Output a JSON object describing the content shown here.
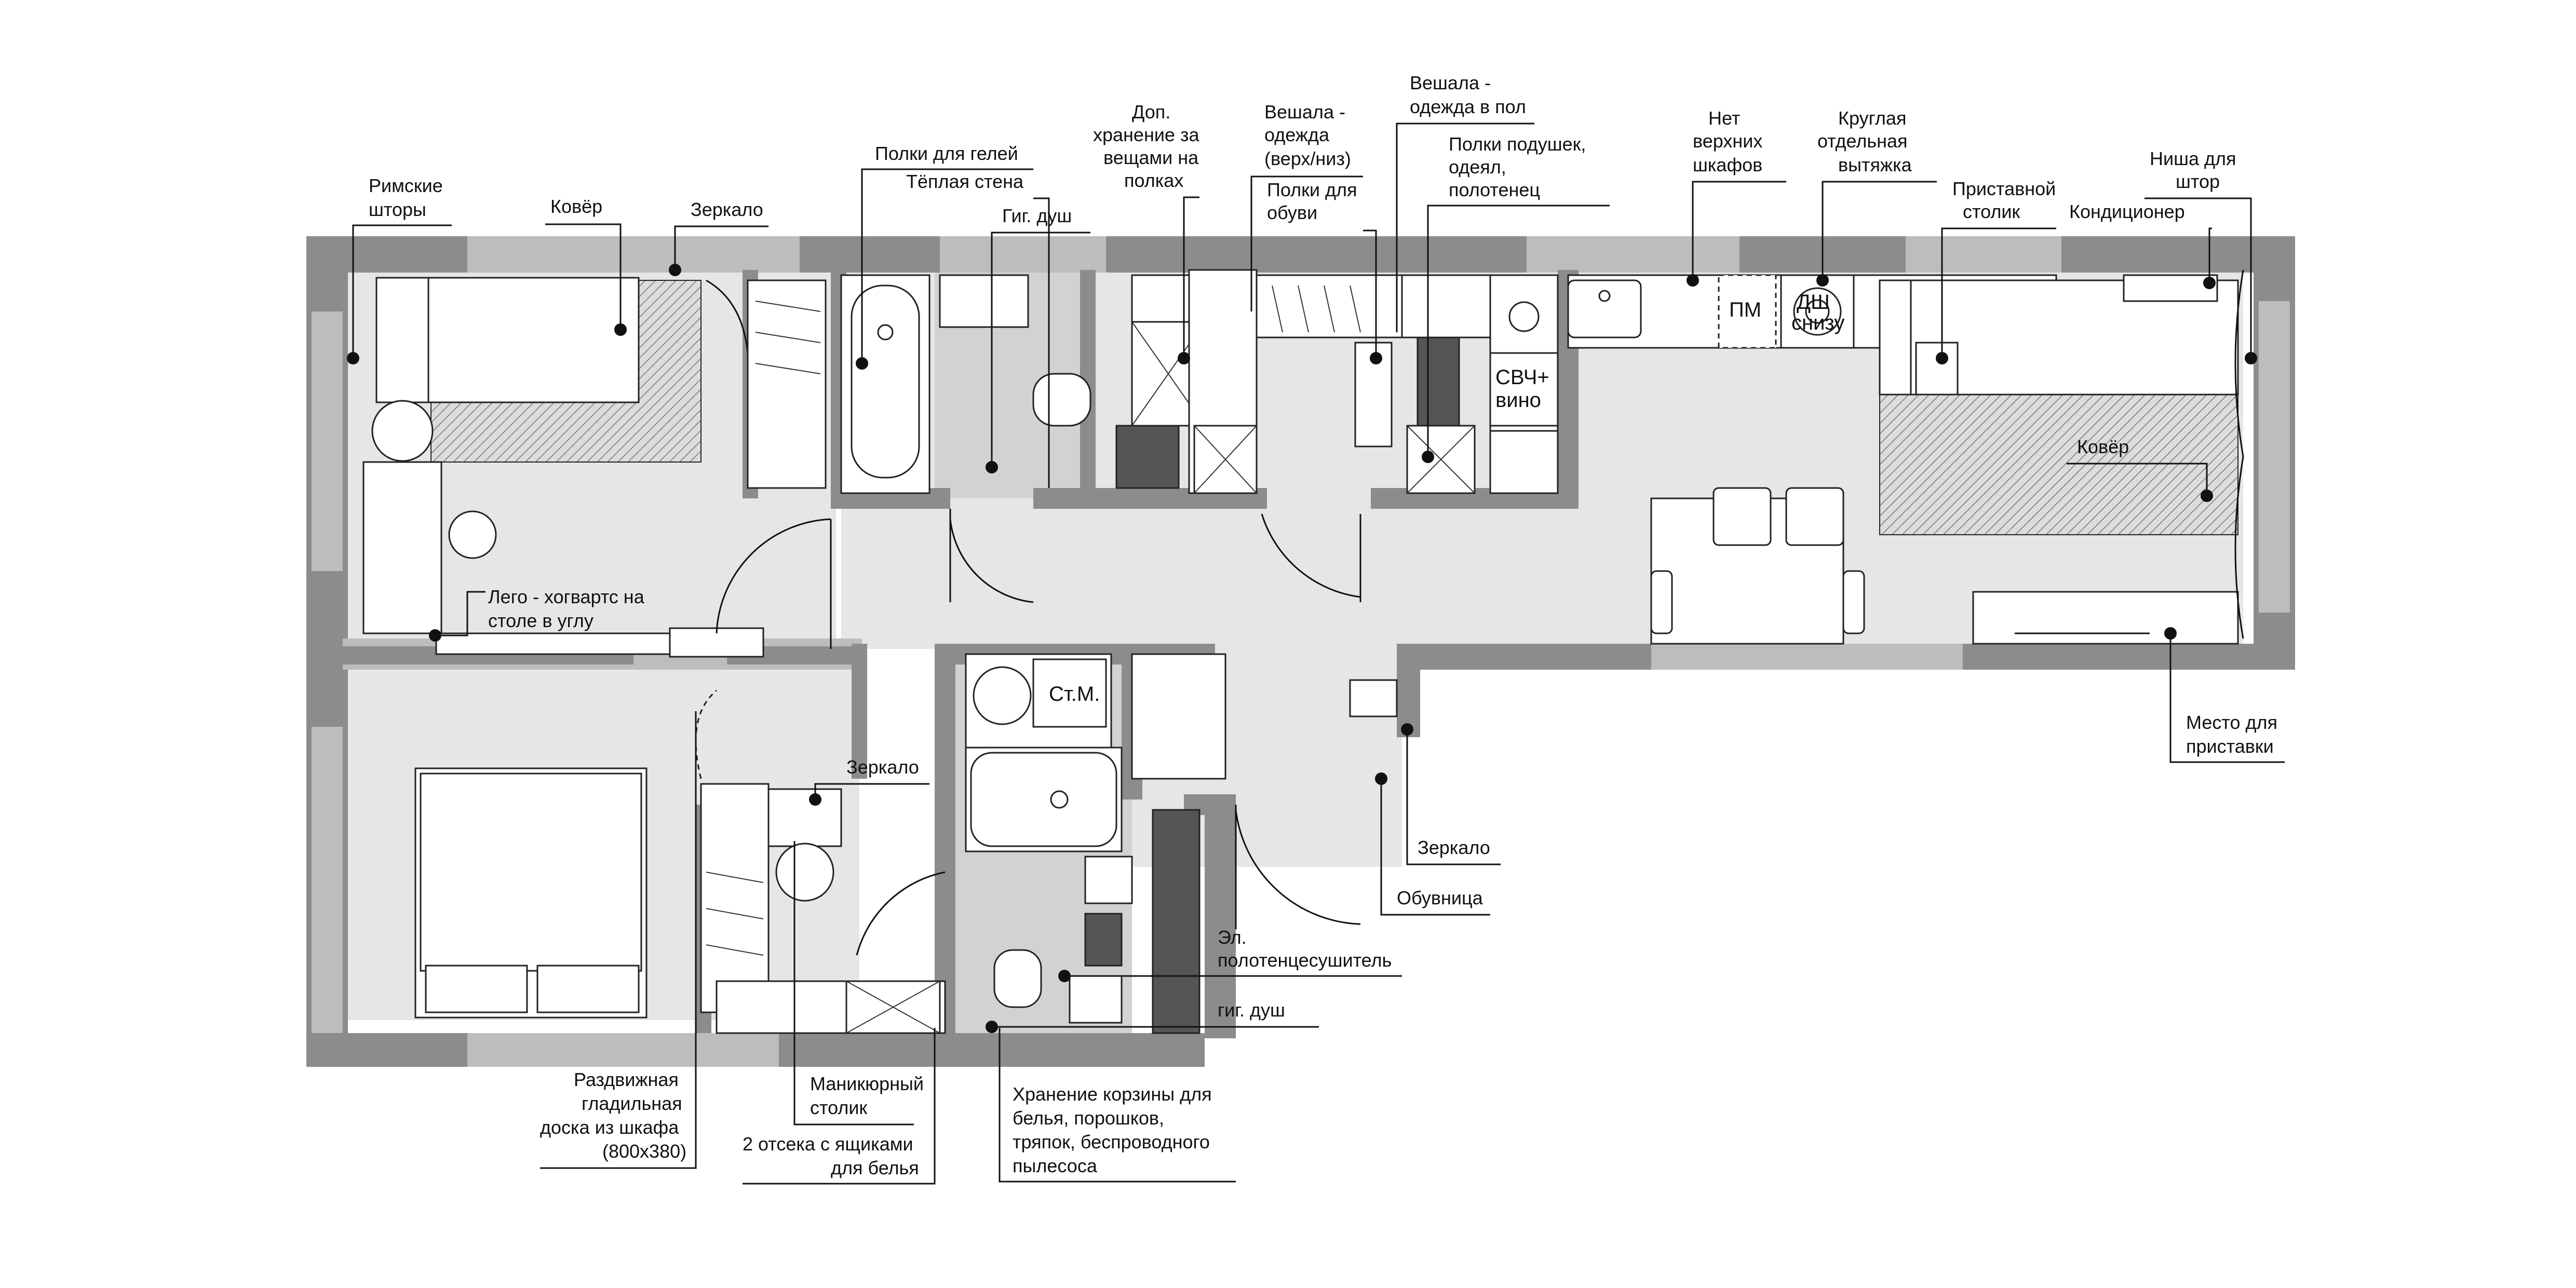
{
  "labels": {
    "roman_blinds": [
      "Римские",
      "шторы"
    ],
    "rug_bedroom": "Ковёр",
    "mirror_top": "Зеркало",
    "gel_shelves": "Полки для гелей",
    "warm_wall": "Тёплая стена",
    "hyg_shower_top": "Гиг. душ",
    "extra_storage": [
      "Доп.",
      "хранение за",
      "вещами на",
      "полках"
    ],
    "hangers_updown": [
      "Вешала -",
      "одежда",
      "(верх/низ)"
    ],
    "shoe_shelves": [
      "Полки для",
      "обуви"
    ],
    "hangers_floor": [
      "Вешала -",
      "одежда в пол"
    ],
    "pillow_shelves": [
      "Полки подушек,",
      "одеял,",
      "полотенец"
    ],
    "no_upper_cabinets": [
      "Нет",
      "верхних",
      "шкафов"
    ],
    "round_hood": [
      "Круглая",
      "отдельная",
      "вытяжка"
    ],
    "side_table": [
      "Приставной",
      "столик"
    ],
    "air_conditioner": "Кондиционер",
    "curtain_niche": [
      "Ниша для",
      "штор"
    ],
    "rug_living": "Ковёр",
    "console_place": [
      "Место для",
      "приставки"
    ],
    "lego_note": [
      "Лего - хогвартс на",
      "столе в углу"
    ],
    "mirror_mid": "Зеркало",
    "mirror_hall": "Зеркало",
    "shoe_cabinet": "Обувница",
    "towel_dryer": [
      "Эл.",
      "полотенцесушитель"
    ],
    "hyg_shower_bottom": "гиг. душ",
    "ironing_board": [
      "Раздвижная",
      "гладильная",
      "доска из шкафа",
      "(800x380)"
    ],
    "makeup_table": [
      "Маникюрный",
      "столик"
    ],
    "drawers": [
      "2 отсека с ящиками",
      "для белья"
    ],
    "basket_storage": [
      "Хранение корзины для",
      "белья, порошков,",
      "тряпок, беспроводного",
      "пылесоса"
    ]
  },
  "appliances": {
    "dishwasher": "ПМ",
    "oven": [
      "ДШ",
      "снизу"
    ],
    "microwave": [
      "СВЧ+",
      "вино"
    ],
    "washing_machine": "Ст.М."
  }
}
